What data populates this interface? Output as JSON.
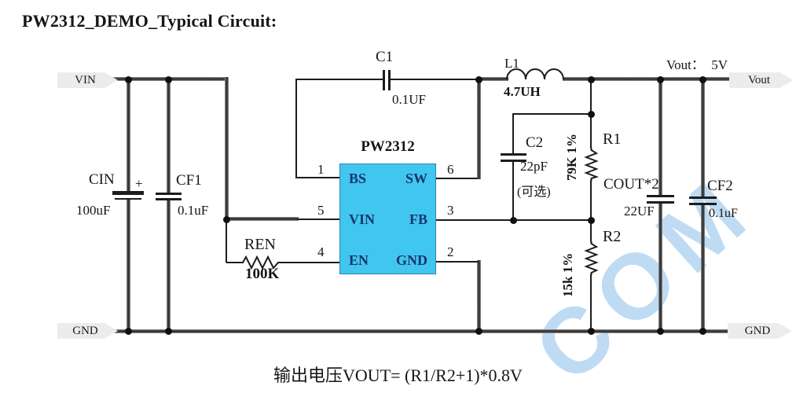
{
  "title": "PW2312_DEMO_Typical Circuit:",
  "formula": "输出电压VOUT= (R1/R2+1)*0.8V",
  "watermark": "COM",
  "vout_note": "Vout：  5V",
  "ports": {
    "vin": "VIN",
    "gnd_left": "GND",
    "vout": "Vout",
    "gnd_right": "GND"
  },
  "ic": {
    "name": "PW2312",
    "pins": [
      {
        "num": "1",
        "name": "BS"
      },
      {
        "num": "6",
        "name": "SW"
      },
      {
        "num": "5",
        "name": "VIN"
      },
      {
        "num": "3",
        "name": "FB"
      },
      {
        "num": "4",
        "name": "EN"
      },
      {
        "num": "2",
        "name": "GND"
      }
    ]
  },
  "components": {
    "cin": {
      "label": "CIN",
      "value": "100uF",
      "polarity": "+"
    },
    "cf1": {
      "label": "CF1",
      "value": "0.1uF"
    },
    "c1": {
      "label": "C1",
      "value": "0.1UF"
    },
    "ren": {
      "label": "REN",
      "value": "100K"
    },
    "l1": {
      "label": "L1",
      "value": "4.7UH"
    },
    "c2": {
      "label": "C2",
      "value": "22pF",
      "note": "(可选)"
    },
    "r1": {
      "label": "R1",
      "value": "79K 1%"
    },
    "r2": {
      "label": "R2",
      "value": "15k 1%"
    },
    "cout": {
      "label": "COUT*2",
      "value": "22UF"
    },
    "cf2": {
      "label": "CF2",
      "value": "0.1uF"
    }
  },
  "colors": {
    "ic_fill": "#41c6ef",
    "ic_border": "#2a86ac",
    "ic_text": "#16356d",
    "rail": "#303030",
    "wire": "#1c1c1c",
    "watermark": "#b9d8f2",
    "tag_fill": "#ececec"
  }
}
